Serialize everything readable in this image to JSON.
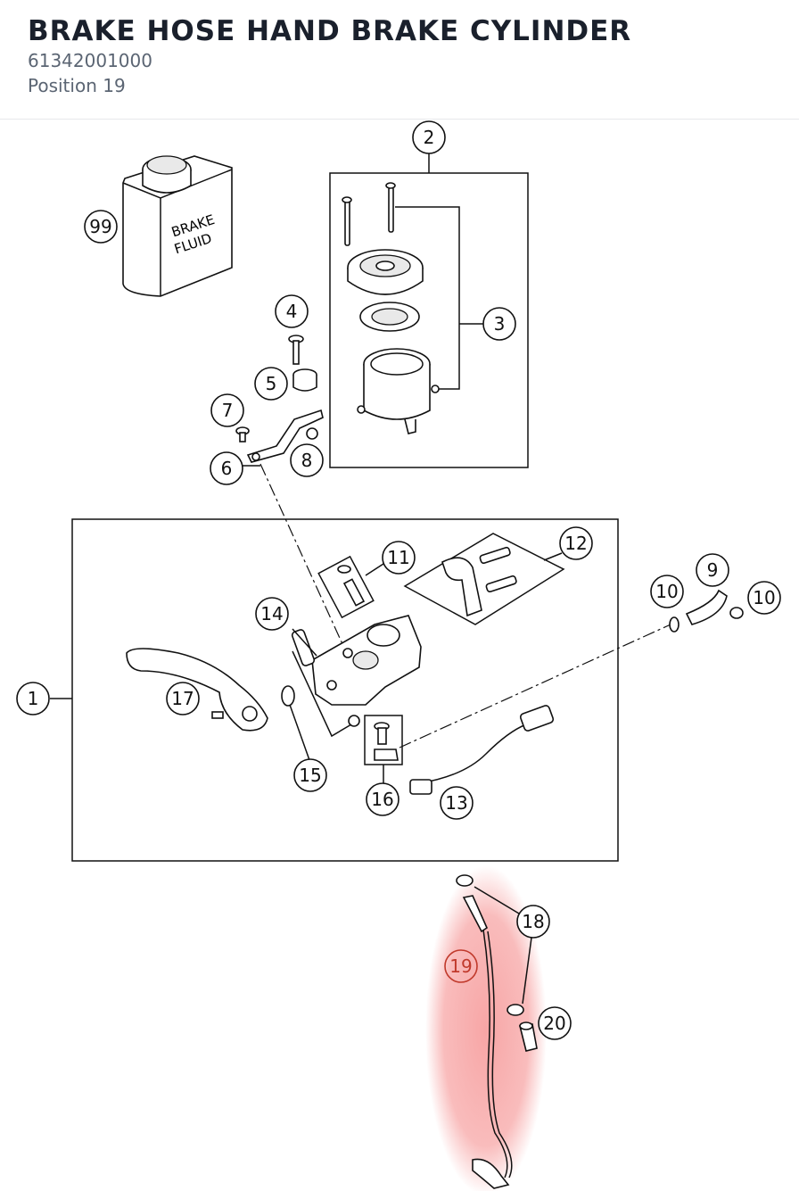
{
  "header": {
    "title": "BRAKE HOSE HAND BRAKE CYLINDER",
    "part_number": "61342001000",
    "position": "Position 19"
  },
  "diagram": {
    "can_label": [
      "BRAKE",
      "FLUID"
    ],
    "callouts": {
      "c1": "1",
      "c2": "2",
      "c3": "3",
      "c4": "4",
      "c5": "5",
      "c6": "6",
      "c7": "7",
      "c8": "8",
      "c9": "9",
      "c10a": "10",
      "c10b": "10",
      "c11": "11",
      "c12": "12",
      "c13": "13",
      "c14": "14",
      "c15": "15",
      "c16": "16",
      "c17": "17",
      "c18": "18",
      "c19": "19",
      "c20": "20",
      "c99": "99"
    },
    "highlight_color": "#f26a6a",
    "highlighted_callout": "19"
  }
}
